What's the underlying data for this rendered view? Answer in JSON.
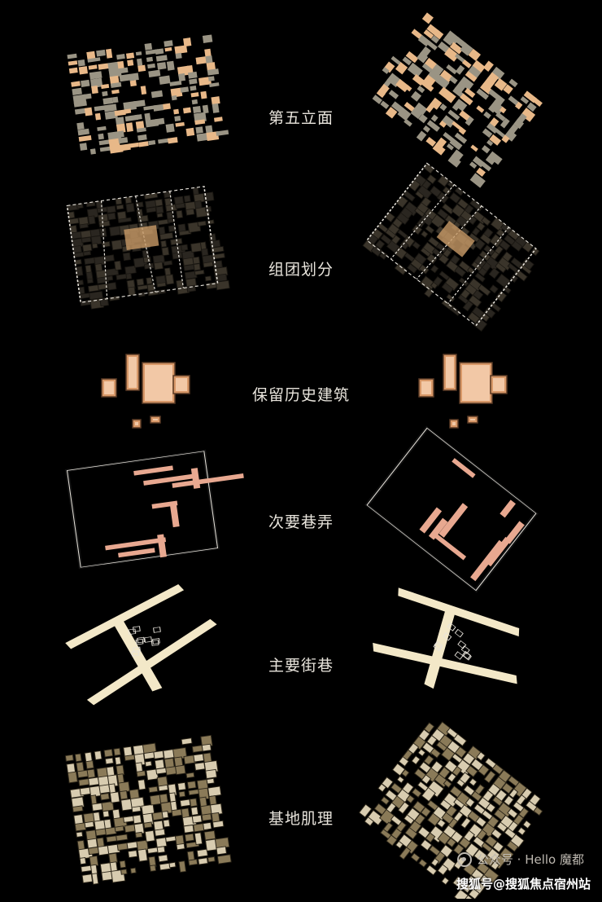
{
  "layers": [
    {
      "label": "第五立面",
      "style": "roof"
    },
    {
      "label": "组团划分",
      "style": "cluster"
    },
    {
      "label": "保留历史建筑",
      "style": "historic"
    },
    {
      "label": "次要巷弄",
      "style": "lane"
    },
    {
      "label": "主要街巷",
      "style": "street"
    },
    {
      "label": "基地肌理",
      "style": "texture"
    }
  ],
  "watermark": {
    "text": "公众号 · Hello 魔都",
    "icon": "wechat-icon"
  },
  "credit": {
    "text": "搜狐号@搜狐焦点宿州站"
  },
  "colors": {
    "background": "#000000",
    "roof": "#e8b888",
    "roof_grey": "#9a9484",
    "cluster_highlight": "#c89a66",
    "historic": "#d89868",
    "lane": "#e8a890",
    "street": "#f3e8c8",
    "texture": "#8a7a58"
  }
}
